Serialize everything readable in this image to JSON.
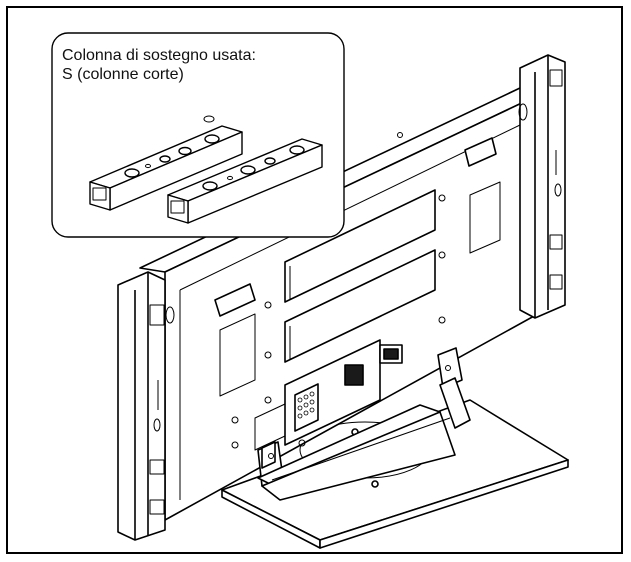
{
  "callout": {
    "line1": "Colonna di sostegno usata:",
    "line2": "S (colonne corte)"
  },
  "colors": {
    "line": "#000000",
    "background": "#ffffff",
    "panel_face": "#ffffff",
    "dark_cutout": "#1a1a1a"
  },
  "icons": [
    "support-column-short",
    "plasma-display-rear",
    "stand-base"
  ]
}
